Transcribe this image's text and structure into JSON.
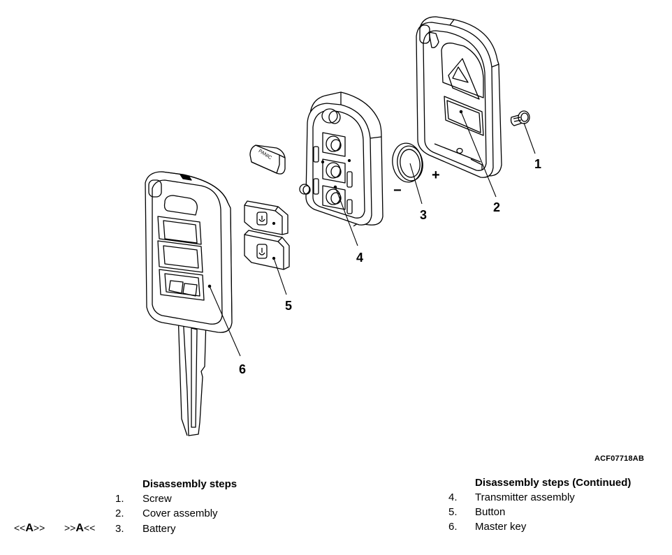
{
  "diagram": {
    "figure_code": "ACF07718AB",
    "callouts": [
      "1",
      "2",
      "3",
      "4",
      "5",
      "6"
    ],
    "battery_plus": "+",
    "battery_minus": "−",
    "panic_label": "PANIC"
  },
  "steps_left": {
    "title": "Disassembly steps",
    "items": [
      {
        "num": "1.",
        "label": "Screw"
      },
      {
        "num": "2.",
        "label": "Cover assembly"
      },
      {
        "num": "3.",
        "label": "Battery"
      }
    ]
  },
  "steps_right": {
    "title": "Disassembly steps (Continued)",
    "items": [
      {
        "num": "4.",
        "label": "Transmitter assembly"
      },
      {
        "num": "5.",
        "label": "Button"
      },
      {
        "num": "6.",
        "label": "Master key"
      }
    ]
  },
  "markers": {
    "removal_pre": "<<",
    "removal_letter": "A",
    "removal_post": ">>",
    "install_pre": ">>",
    "install_letter": "A",
    "install_post": "<<"
  }
}
